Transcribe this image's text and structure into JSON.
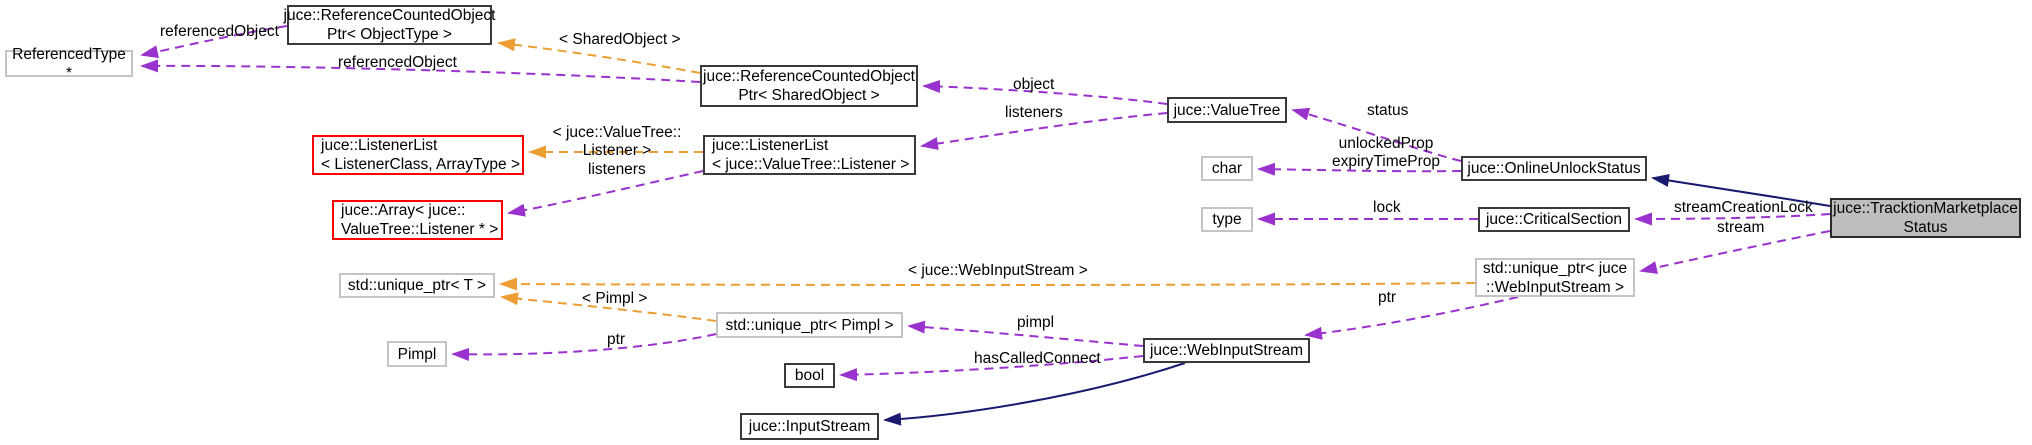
{
  "diagram": {
    "kind": "collaboration-graph",
    "main_class": "juce::TracktionMarketplaceStatus",
    "colors": {
      "usage_edge": "#9a32cd",
      "template_edge": "#ec9d34",
      "inheritance_edge": "#191970",
      "node_border_dark": "#3a3a3a",
      "node_border_light": "#c4c4c4",
      "node_border_truncated": "#ff0000",
      "main_node_fill": "#bebebe",
      "background": "#ffffff"
    },
    "nodes": {
      "referenced_type": {
        "label": "ReferencedType *"
      },
      "ref_counted_object_ptr_object_type": {
        "label": "juce::ReferenceCountedObject\nPtr< ObjectType >"
      },
      "ref_counted_object_ptr_shared_object": {
        "label": "juce::ReferenceCountedObject\nPtr< SharedObject >"
      },
      "listener_list_generic": {
        "label": "juce::ListenerList\n< ListenerClass, ArrayType >"
      },
      "listener_list_value_tree": {
        "label": "juce::ListenerList\n< juce::ValueTree::Listener >"
      },
      "array_value_tree_listener": {
        "label": "juce::Array< juce::\nValueTree::Listener * >"
      },
      "value_tree": {
        "label": "juce::ValueTree"
      },
      "char_type": {
        "label": "char"
      },
      "type_type": {
        "label": "type"
      },
      "online_unlock_status": {
        "label": "juce::OnlineUnlockStatus"
      },
      "critical_section": {
        "label": "juce::CriticalSection"
      },
      "tracktion_marketplace_status": {
        "label": "juce::TracktionMarketplace\nStatus"
      },
      "unique_ptr_web_input_stream": {
        "label": "std::unique_ptr< juce\n::WebInputStream >"
      },
      "unique_ptr_t": {
        "label": "std::unique_ptr< T >"
      },
      "pimpl": {
        "label": "Pimpl"
      },
      "unique_ptr_pimpl": {
        "label": "std::unique_ptr< Pimpl >"
      },
      "bool_type": {
        "label": "bool"
      },
      "input_stream": {
        "label": "juce::InputStream"
      },
      "web_input_stream": {
        "label": "juce::WebInputStream"
      }
    },
    "edge_labels": {
      "referenced_object_top": "referencedObject",
      "referenced_object_bottom": "referencedObject",
      "shared_object_template": "< SharedObject >",
      "object_member": "object",
      "listeners_value_tree": "listeners",
      "value_tree_listener_template": "< juce::ValueTree::\nListener >",
      "listeners_array": "listeners",
      "status_member": "status",
      "unlocked_expiry_props": "unlockedProp\nexpiryTimeProp",
      "lock_member": "lock",
      "stream_creation_lock": "streamCreationLock",
      "stream_member": "stream",
      "web_input_stream_template": "< juce::WebInputStream >",
      "pimpl_template": "< Pimpl >",
      "ptr_pimpl": "ptr",
      "pimpl_member": "pimpl",
      "has_called_connect": "hasCalledConnect",
      "ptr_stream": "ptr"
    }
  }
}
